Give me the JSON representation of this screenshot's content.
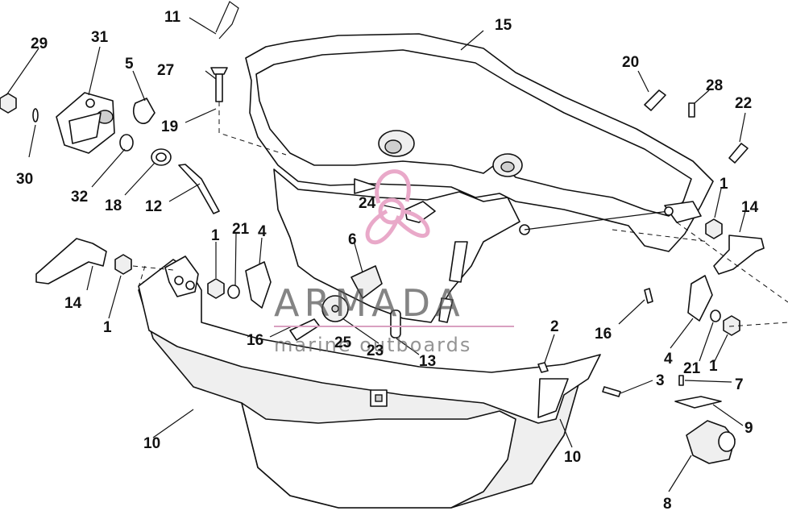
{
  "watermark": {
    "title": "ARMADA",
    "subtitle": "marine outboards",
    "logo_color": "#e9a9c9",
    "line_color": "#d9a0c0"
  },
  "callouts": {
    "c1a": "1",
    "c1b": "1",
    "c1c": "1",
    "c1d": "1",
    "c2": "2",
    "c3": "3",
    "c4a": "4",
    "c4b": "4",
    "c5": "5",
    "c6": "6",
    "c7": "7",
    "c8": "8",
    "c9": "9",
    "c10a": "10",
    "c10b": "10",
    "c11": "11",
    "c12": "12",
    "c13": "13",
    "c14a": "14",
    "c14b": "14",
    "c15": "15",
    "c16a": "16",
    "c16b": "16",
    "c18": "18",
    "c19": "19",
    "c20": "20",
    "c21a": "21",
    "c21b": "21",
    "c22": "22",
    "c23": "23",
    "c24": "24",
    "c25": "25",
    "c27": "27",
    "c28": "28",
    "c29": "29",
    "c30": "30",
    "c31": "31",
    "c32": "32"
  }
}
